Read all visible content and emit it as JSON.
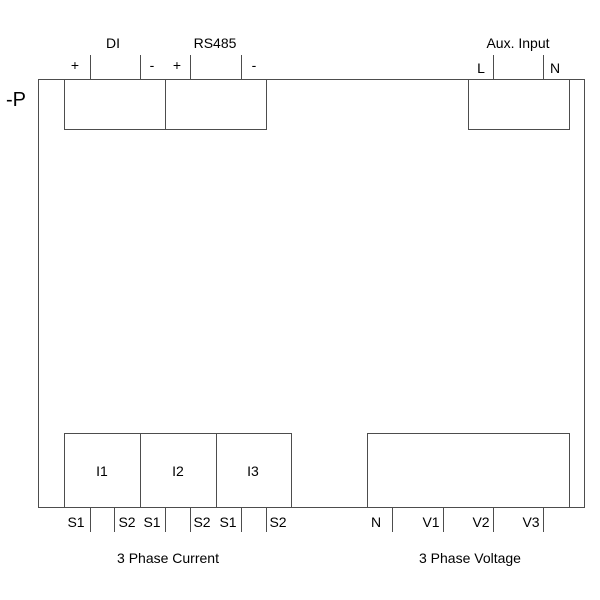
{
  "device_tag": "-P",
  "top": {
    "di": {
      "label": "DI",
      "plus": "+",
      "minus": "-"
    },
    "rs485": {
      "label": "RS485",
      "plus": "+",
      "minus": "-"
    },
    "aux": {
      "label": "Aux. Input",
      "l": "L",
      "n": "N"
    }
  },
  "current": {
    "label": "3 Phase Current",
    "channels": [
      "I1",
      "I2",
      "I3"
    ],
    "terminals": [
      "S1",
      "S2",
      "S1",
      "S2",
      "S1",
      "S2"
    ]
  },
  "voltage": {
    "label": "3 Phase Voltage",
    "terminals": [
      "N",
      "V1",
      "V2",
      "V3"
    ]
  },
  "colors": {
    "line": "#4d4d4d",
    "text": "#000000",
    "background": "#ffffff"
  }
}
